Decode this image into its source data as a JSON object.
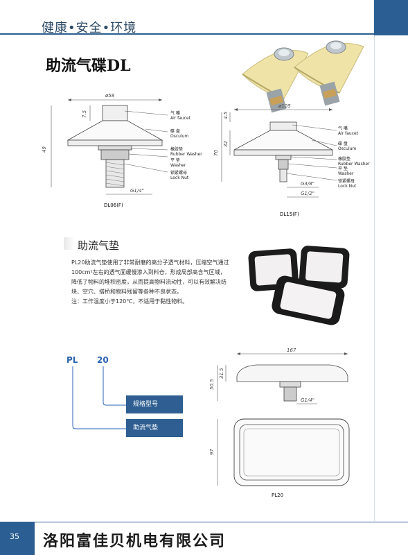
{
  "header": {
    "title": "健康•安全•环境"
  },
  "section1": {
    "title": "助流气碟DL"
  },
  "drawing_dl06": {
    "dims": {
      "width": "ø58",
      "top": "7.5",
      "height": "49",
      "thread": "G1/4\""
    },
    "labels": [
      {
        "cn": "气 嘴",
        "en": "Air faucet"
      },
      {
        "cn": "碟 盘",
        "en": "Osculum"
      },
      {
        "cn": "橡胶垫",
        "en": "Rubber Washer"
      },
      {
        "cn": "平 垫",
        "en": "Washer"
      },
      {
        "cn": "锁紧螺母",
        "en": "Lock Nut"
      }
    ],
    "caption": "DL06(F)"
  },
  "drawing_dl15": {
    "dims": {
      "width": "ø105",
      "top": "4.5",
      "mid": "32",
      "height": "70",
      "thread1": "G3/8\"",
      "thread2": "G1/2\""
    },
    "labels": [
      {
        "cn": "气 嘴",
        "en": "Air faucet"
      },
      {
        "cn": "碟 盘",
        "en": "Osculum"
      },
      {
        "cn": "橡胶垫",
        "en": "Rubber Washer"
      },
      {
        "cn": "平 垫",
        "en": "Washer"
      },
      {
        "cn": "锁紧螺母",
        "en": "Lock Nut"
      }
    ],
    "caption": "DL15(F)"
  },
  "section2": {
    "title": "助流气垫",
    "desc": [
      "PL20助流气垫使用了非常耐磨的高分子透气材料，压缩空气通过",
      "100cm²左右的透气面缓慢渗入到料仓，形成局部高含气区域，",
      "降低了物料的堆积密度，从而提高物料流动性，可以有效解决结",
      "块、空穴、搭桥和物料残留等各种不良状态。",
      "注：工作温度小于120℃，不适用于黏性物料。"
    ]
  },
  "code": {
    "part1": "PL",
    "part2": "20",
    "label1": "规格型号",
    "label2": "助流气垫"
  },
  "drawing_pl20": {
    "dims": {
      "width": "167",
      "h1": "50.5",
      "h2": "31.5",
      "thread": "G1/4\"",
      "depth": "97"
    },
    "caption": "PL20"
  },
  "footer": {
    "page": "35",
    "company": "洛阳富佳贝机电有限公司"
  }
}
